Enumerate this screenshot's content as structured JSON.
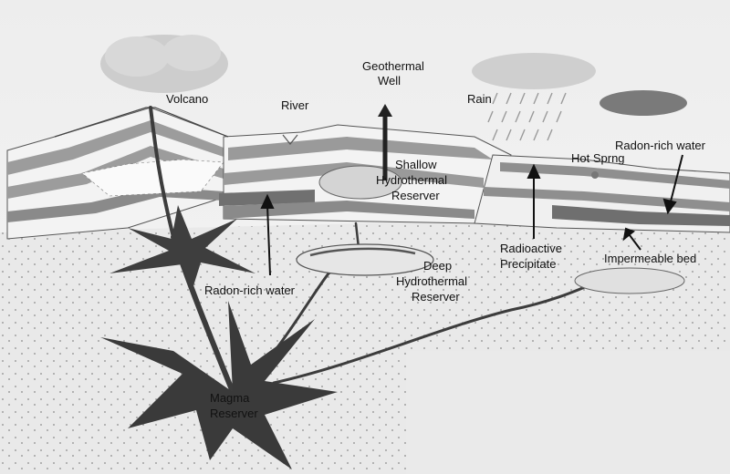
{
  "diagram": {
    "labels": {
      "volcano": "Volcano",
      "river": "River",
      "geothermal_well_1": "Geothermal",
      "geothermal_well_2": "Well",
      "rain": "Rain",
      "hot_spring": "Hot Sprng",
      "radon_water_right": "Radon-rich water",
      "shallow_1": "Shallow",
      "shallow_2": "Hydrothermal",
      "shallow_3": "Reserver",
      "radioactive_1": "Radioactive",
      "radioactive_2": "Precipitate",
      "impermeable_bed": "Impermeable bed",
      "radon_water_left": "Radon-rich water",
      "deep_1": "Deep",
      "deep_2": "Hydrothermal",
      "deep_3": "Reserver",
      "magma_1": "Magma",
      "magma_2": "Reserver"
    },
    "colors": {
      "background": "#ffffff",
      "rock": "#e6e6e6",
      "rock_dark": "#7a7a7a",
      "band_light": "#f2f2f2",
      "band_dark": "#9a9a9a",
      "magma": "#3e3e3e",
      "cloud": "#cfcfcf"
    }
  }
}
